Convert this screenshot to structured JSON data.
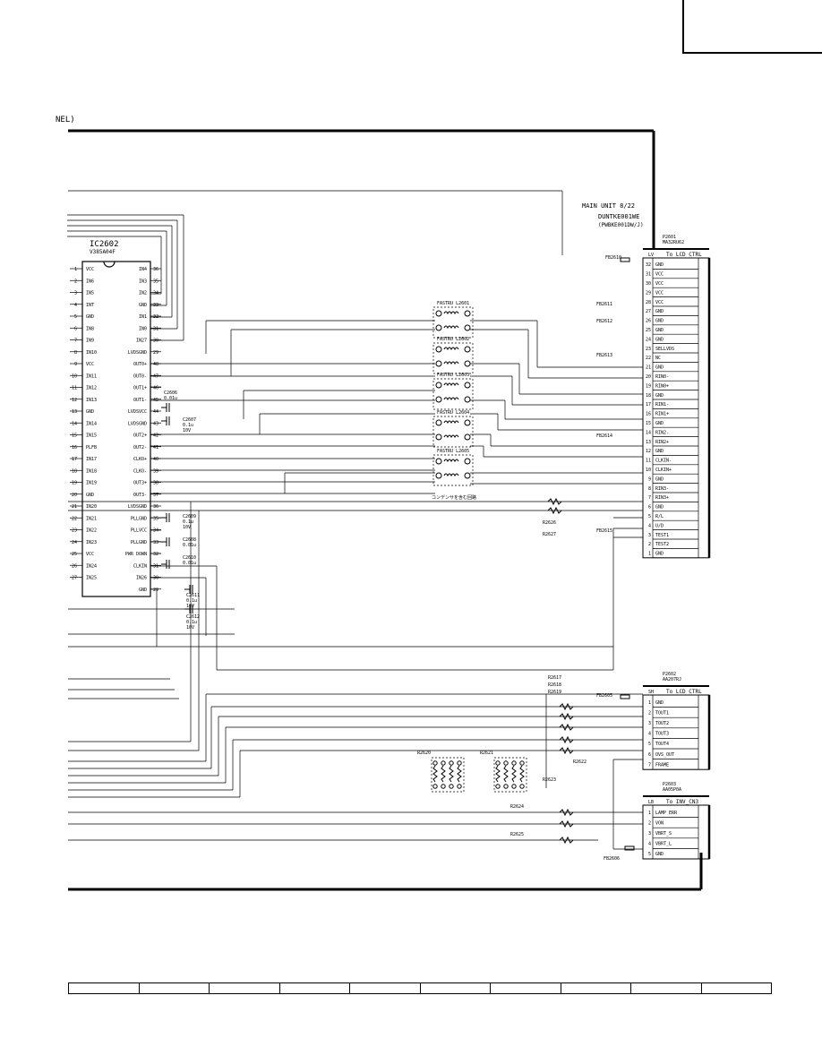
{
  "page": {
    "section_title": "NEL)",
    "unit_label": "MAIN UNIT 8/22",
    "unit_code": "DUNTKE001WE",
    "unit_pwb": "(PWBKE001DW/J)"
  },
  "ic": {
    "name": "IC2602",
    "part": "V385A04F",
    "left_pins": [
      "VCC",
      "IN6",
      "IN5",
      "INT",
      "GND",
      "IN8",
      "IN9",
      "IN10",
      "VCC",
      "IN11",
      "IN12",
      "IN13",
      "GND",
      "IN14",
      "IN15",
      "PLFB",
      "IN17",
      "IN18",
      "IN19",
      "GND",
      "IN20",
      "IN21",
      "IN22",
      "IN23",
      "VCC",
      "IN24",
      "IN25"
    ],
    "right_pins": [
      "IN4",
      "IN3",
      "IN2",
      "GND",
      "IN1",
      "IN0",
      "IN27",
      "LVDSGND",
      "OUT0+",
      "OUT0-",
      "OUT1+",
      "OUT1-",
      "LVDSVCC",
      "LVDSGND",
      "OUT2+",
      "OUT2-",
      "CLKO+",
      "CLKO-",
      "OUT3+",
      "OUT3-",
      "LVDSGND",
      "PLLGND",
      "PLLVCC",
      "PLLGND",
      "PWR DOWN",
      "CLKIN",
      "IN26",
      "GND"
    ],
    "right_nums": [
      "36",
      "35",
      "34",
      "33",
      "32",
      "31",
      "30",
      "29",
      "48",
      "47",
      "46",
      "45",
      "44",
      "43",
      "42",
      "41",
      "40",
      "39",
      "38",
      "37",
      "36",
      "35",
      "34",
      "33",
      "32",
      "31",
      "30",
      "29"
    ]
  },
  "caps": [
    {
      "ref": "C2606",
      "val": "0.01u"
    },
    {
      "ref": "C2607",
      "val": "0.1u",
      "v": "10V"
    },
    {
      "ref": "C2609",
      "val": "0.1u",
      "v": "10V"
    },
    {
      "ref": "C2608",
      "val": "0.01u"
    },
    {
      "ref": "C2610",
      "val": "0.01u"
    },
    {
      "ref": "C2611",
      "val": "0.1u",
      "v": "10V"
    },
    {
      "ref": "C2612",
      "val": "0.1u",
      "v": "10V"
    }
  ],
  "filters": [
    "FASTRU L2601",
    "FASTRU L2602",
    "FASTRU L2603",
    "FASTRU L2604",
    "FASTRU L2605"
  ],
  "filter_note": "コンデンサを含む回路",
  "connectors": {
    "p2601": {
      "ref": "P2601",
      "part": "MA32RU62",
      "left_head": "LV",
      "right_head": "To LCD CTRL",
      "pins": [
        {
          "n": "32",
          "s": "GND"
        },
        {
          "n": "31",
          "s": "VCC"
        },
        {
          "n": "30",
          "s": "VCC"
        },
        {
          "n": "29",
          "s": "VCC"
        },
        {
          "n": "28",
          "s": "VCC"
        },
        {
          "n": "27",
          "s": "GND"
        },
        {
          "n": "26",
          "s": "GND"
        },
        {
          "n": "25",
          "s": "GND"
        },
        {
          "n": "24",
          "s": "GND"
        },
        {
          "n": "23",
          "s": "SELLVDS"
        },
        {
          "n": "22",
          "s": "NC"
        },
        {
          "n": "21",
          "s": "GND"
        },
        {
          "n": "20",
          "s": "RIN0-"
        },
        {
          "n": "19",
          "s": "RIN0+"
        },
        {
          "n": "18",
          "s": "GND"
        },
        {
          "n": "17",
          "s": "RIN1-"
        },
        {
          "n": "16",
          "s": "RIN1+"
        },
        {
          "n": "15",
          "s": "GND"
        },
        {
          "n": "14",
          "s": "RIN2-"
        },
        {
          "n": "13",
          "s": "RIN2+"
        },
        {
          "n": "12",
          "s": "GND"
        },
        {
          "n": "11",
          "s": "CLKIN-"
        },
        {
          "n": "10",
          "s": "CLKIN+"
        },
        {
          "n": "9",
          "s": "GND"
        },
        {
          "n": "8",
          "s": "RIN3-"
        },
        {
          "n": "7",
          "s": "RIN3+"
        },
        {
          "n": "6",
          "s": "GND"
        },
        {
          "n": "5",
          "s": "R/L"
        },
        {
          "n": "4",
          "s": "U/D"
        },
        {
          "n": "3",
          "s": "TEST1"
        },
        {
          "n": "2",
          "s": "TEST2"
        },
        {
          "n": "1",
          "s": "GND"
        }
      ]
    },
    "p2602": {
      "ref": "P2602",
      "part": "AA207RJ",
      "left_head": "SH",
      "right_head": "To LCD CTRL",
      "pins": [
        {
          "n": "1",
          "s": "GND"
        },
        {
          "n": "2",
          "s": "TOUT1"
        },
        {
          "n": "3",
          "s": "TOUT2"
        },
        {
          "n": "4",
          "s": "TOUT3"
        },
        {
          "n": "5",
          "s": "TOUT4"
        },
        {
          "n": "6",
          "s": "OVS_OUT"
        },
        {
          "n": "7",
          "s": "FRAME"
        }
      ]
    },
    "p2603": {
      "ref": "P2603",
      "part": "AA05P0A",
      "left_head": "LB",
      "right_head": "To INV_CN3",
      "pins": [
        {
          "n": "1",
          "s": "LAMP ERR"
        },
        {
          "n": "2",
          "s": "VON"
        },
        {
          "n": "3",
          "s": "VBRT_S"
        },
        {
          "n": "4",
          "s": "VBRT_L"
        },
        {
          "n": "5",
          "s": "GND"
        }
      ]
    }
  },
  "ferrites": [
    "FB2610",
    "FB2611",
    "FB2612",
    "FB2613",
    "FB2614",
    "FB2615",
    "FB2605",
    "FB2606"
  ],
  "resistors": [
    "R2626",
    "R2627",
    "R2617",
    "R2618",
    "R2619",
    "R2620",
    "R2621",
    "R2622",
    "R2623",
    "R2624",
    "R2625"
  ],
  "footer_cells": [
    "",
    "",
    "",
    "",
    "",
    "",
    "",
    "",
    "",
    ""
  ]
}
